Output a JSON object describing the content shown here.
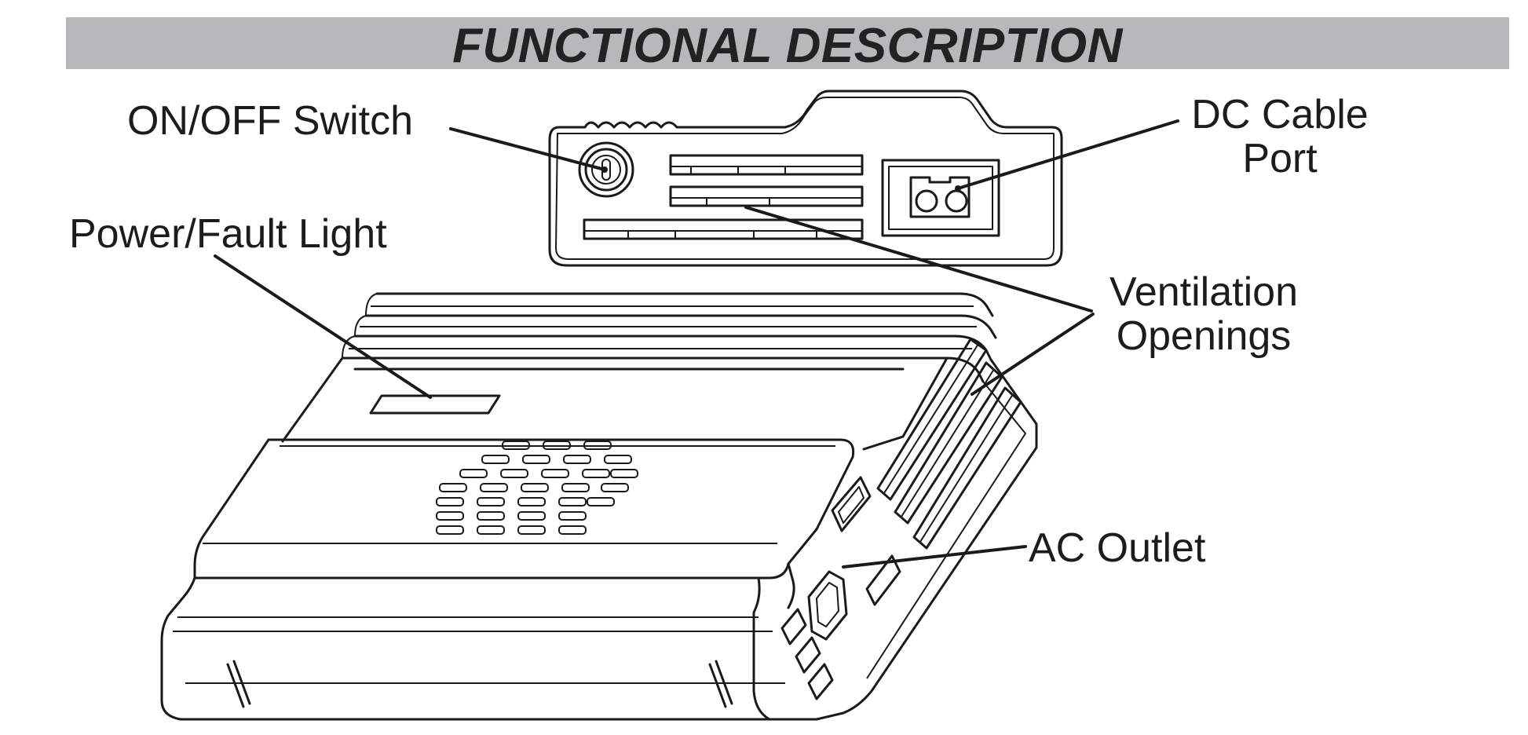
{
  "title": "FUNCTIONAL DESCRIPTION",
  "labels": {
    "on_off_switch": "ON/OFF Switch",
    "power_fault_light": "Power/Fault Light",
    "dc_cable_port_line1": "DC Cable",
    "dc_cable_port_line2": "Port",
    "ventilation_line1": "Ventilation",
    "ventilation_line2": "Openings",
    "ac_outlet": "AC Outlet"
  },
  "colors": {
    "title_bar": "#b8b8bc",
    "line_art": "#1a1a1a",
    "background": "#ffffff"
  }
}
